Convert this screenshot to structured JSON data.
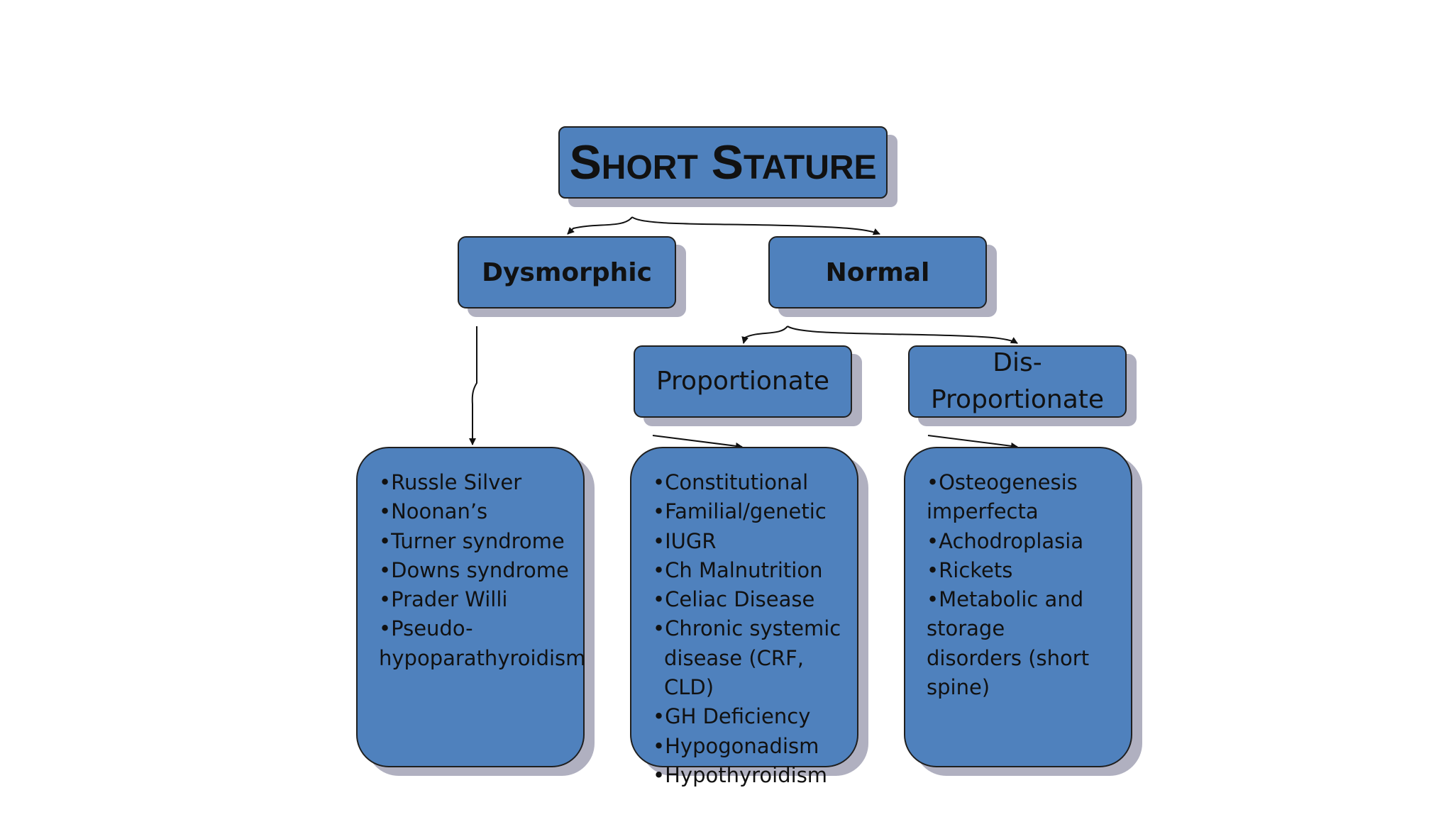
{
  "diagram": {
    "title": "Short Stature",
    "dysmorphic": {
      "label": "Dysmorphic",
      "items": [
        "Russle Silver",
        "Noonan’s",
        "Turner syndrome",
        "Downs syndrome",
        "Prader Willi",
        "Pseudo-hypoparathyroidism"
      ]
    },
    "normal": {
      "label": "Normal",
      "proportionate": {
        "label": "Proportionate",
        "items": [
          "Constitutional",
          "Familial/genetic",
          "IUGR",
          "Ch Malnutrition",
          "Celiac Disease",
          "Chronic systemic disease (CRF, CLD)",
          "GH Deficiency",
          "Hypogonadism",
          "Hypothyroidism"
        ]
      },
      "disproportionate": {
        "label": "Dis-Proportionate",
        "items": [
          "Osteogenesis imperfecta",
          "Achodroplasia",
          "Rickets",
          "Metabolic and storage disorders (short spine)"
        ]
      }
    },
    "colors": {
      "box_fill": "#4f81bd",
      "box_border": "#1f1f1f",
      "shadow": "#8c8ca8",
      "text": "#111111",
      "connector": "#111111"
    }
  }
}
